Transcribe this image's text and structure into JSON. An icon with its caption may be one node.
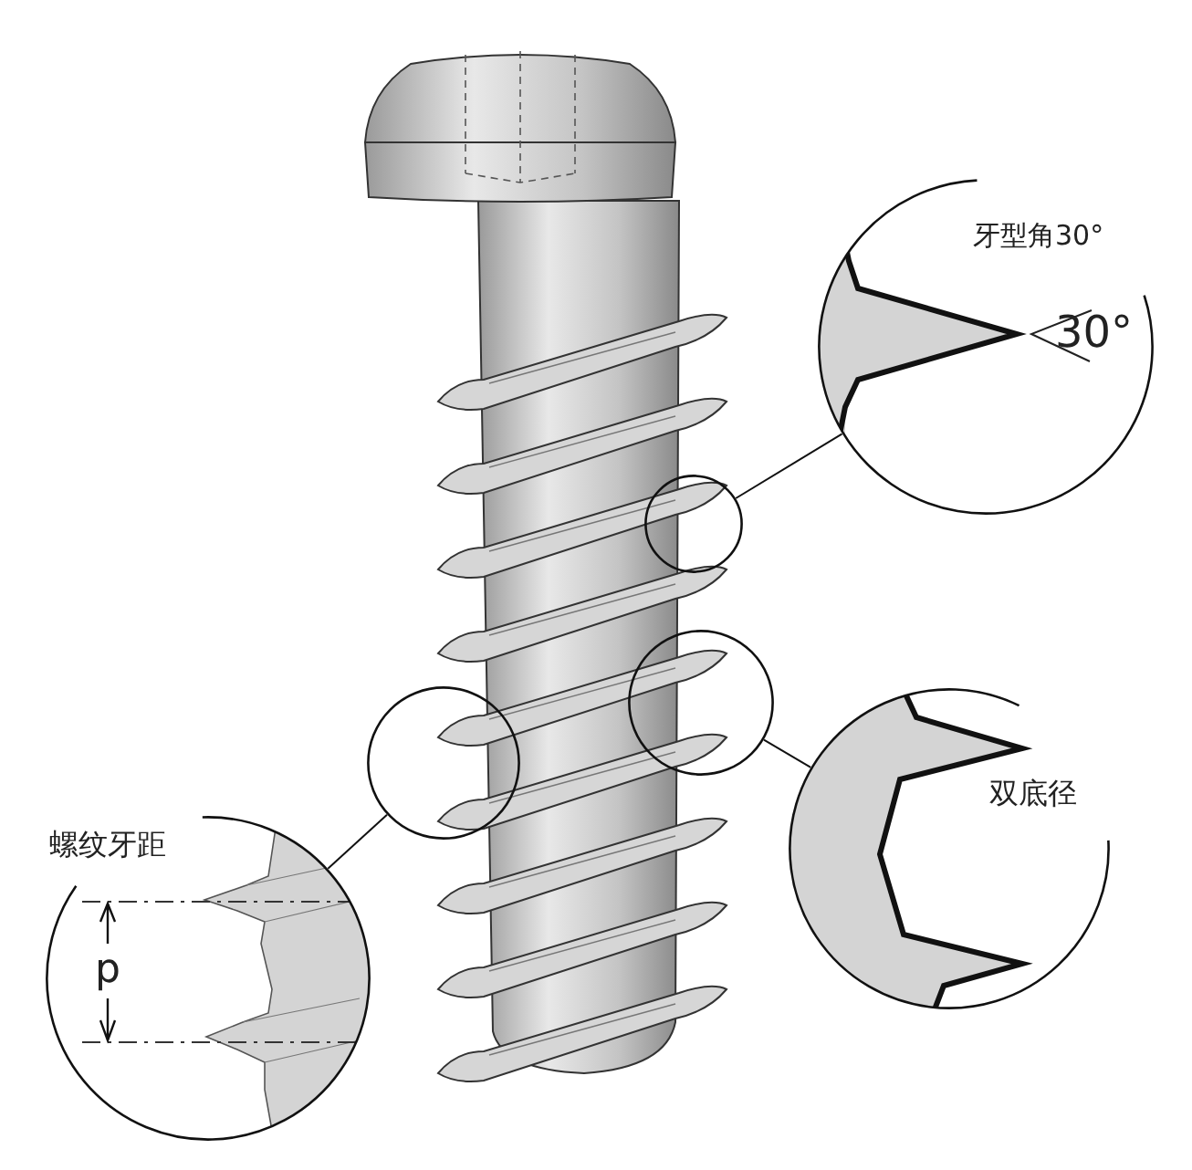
{
  "diagram": {
    "nodes": [
      {
        "text": [
          "牙型角30°",
          "30°"
        ]
      },
      {
        "text": [],
        "shape": "circle"
      },
      {
        "text": [
          "双底径"
        ]
      },
      {
        "text": [],
        "shape": "circle"
      },
      {
        "text": [
          "螺纹牙距",
          "p"
        ]
      },
      {
        "text": [],
        "shape": "circle"
      }
    ],
    "edges": [
      {
        "from": 1,
        "to": 0,
        "arrow": "none"
      },
      {
        "from": 3,
        "to": 2,
        "arrow": "none"
      },
      {
        "from": 5,
        "to": 4,
        "arrow": "none"
      }
    ]
  }
}
